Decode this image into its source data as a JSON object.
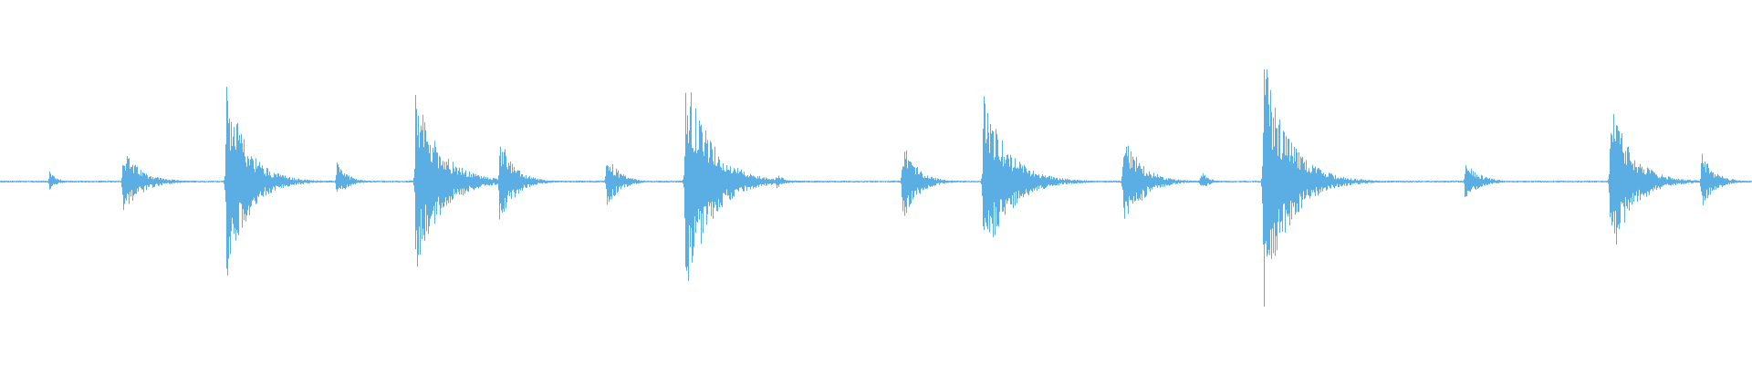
{
  "waveform": {
    "color": "#5aaee3",
    "background": "#ffffff",
    "baseline_amplitude": 0.004,
    "transients": [
      {
        "t": 0.028,
        "up": 0.07,
        "down": 0.05,
        "decay": 0.004
      },
      {
        "t": 0.07,
        "up": 0.19,
        "down": 0.2,
        "decay": 0.01
      },
      {
        "t": 0.129,
        "up": 0.55,
        "down": 0.56,
        "decay": 0.012
      },
      {
        "t": 0.192,
        "up": 0.11,
        "down": 0.1,
        "decay": 0.006
      },
      {
        "t": 0.237,
        "up": 0.51,
        "down": 0.52,
        "decay": 0.014
      },
      {
        "t": 0.285,
        "up": 0.27,
        "down": 0.27,
        "decay": 0.008
      },
      {
        "t": 0.346,
        "up": 0.16,
        "down": 0.16,
        "decay": 0.007
      },
      {
        "t": 0.391,
        "up": 0.65,
        "down": 0.65,
        "decay": 0.014
      },
      {
        "t": 0.443,
        "up": 0.05,
        "down": 0.04,
        "decay": 0.004
      },
      {
        "t": 0.515,
        "up": 0.24,
        "down": 0.25,
        "decay": 0.008
      },
      {
        "t": 0.561,
        "up": 0.5,
        "down": 0.5,
        "decay": 0.014
      },
      {
        "t": 0.641,
        "up": 0.29,
        "down": 0.3,
        "decay": 0.01
      },
      {
        "t": 0.685,
        "up": 0.07,
        "down": 0.06,
        "decay": 0.004
      },
      {
        "t": 0.721,
        "up": 0.71,
        "down": 0.71,
        "decay": 0.014
      },
      {
        "t": 0.836,
        "up": 0.12,
        "down": 0.11,
        "decay": 0.008
      },
      {
        "t": 0.919,
        "up": 0.46,
        "down": 0.47,
        "decay": 0.012
      },
      {
        "t": 0.971,
        "up": 0.17,
        "down": 0.17,
        "decay": 0.007
      }
    ]
  }
}
